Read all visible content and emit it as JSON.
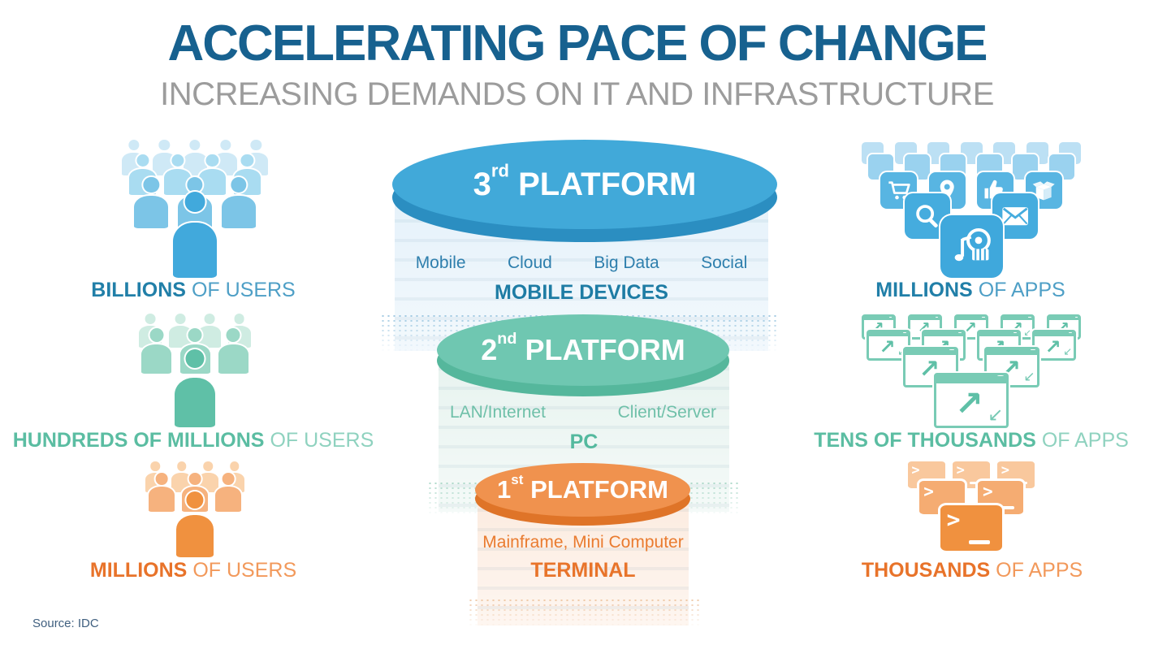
{
  "header": {
    "title": "ACCELERATING PACE OF CHANGE",
    "subtitle": "INCREASING DEMANDS ON IT AND INFRASTRUCTURE"
  },
  "source_note": "Source: IDC",
  "platforms": [
    {
      "ordinal": "3",
      "suffix": "rd",
      "word": "PLATFORM",
      "tags": [
        "Mobile",
        "Cloud",
        "Big Data",
        "Social"
      ],
      "banner": "MOBILE DEVICES",
      "colors": {
        "top": "#41A9D9",
        "rim": "#2B8EC1",
        "body": "#E4F1FA",
        "tag_text": "#2E7FAD",
        "banner_text": "#1E7CA4",
        "dots": "#8FBFDC"
      }
    },
    {
      "ordinal": "2",
      "suffix": "nd",
      "word": "PLATFORM",
      "tags": [
        "LAN/Internet",
        "Client/Server"
      ],
      "banner": "PC",
      "colors": {
        "top": "#6FC7B1",
        "rim": "#55B79C",
        "body": "#E7F3EF",
        "tag_text": "#6FC0A9",
        "banner_text": "#54B99E",
        "dots": "#9ED2C0"
      }
    },
    {
      "ordinal": "1",
      "suffix": "st",
      "word": "PLATFORM",
      "tags": [
        "Mainframe, Mini Computer"
      ],
      "banner": "TERMINAL",
      "colors": {
        "top": "#F0924E",
        "rim": "#DF7428",
        "body": "#FCEBDF",
        "tag_text": "#E97B2F",
        "banner_text": "#E8742A",
        "dots": "#ECBE96"
      }
    }
  ],
  "people_groups": [
    {
      "label_strong": "BILLIONS",
      "label_rest": "OF USERS",
      "strong_color": "#217FA8",
      "rest_color": "#4E9FC6",
      "front_color": "#41A9DC",
      "row_colors": [
        "#CFE9F6",
        "#A9DCF1",
        "#7CC5E7"
      ],
      "row_counts": [
        5,
        4,
        3
      ]
    },
    {
      "label_strong": "HUNDREDS OF MILLIONS",
      "label_rest": "OF USERS",
      "strong_color": "#5BBDA2",
      "rest_color": "#8FD2BF",
      "front_color": "#5FC0A7",
      "row_colors": [
        "#CFECE2",
        "#9BD8C6"
      ],
      "row_counts": [
        4,
        3
      ]
    },
    {
      "label_strong": "MILLIONS",
      "label_rest": "OF USERS",
      "strong_color": "#E8732A",
      "rest_color": "#F2995B",
      "front_color": "#F0913F",
      "row_colors": [
        "#FAD3AC",
        "#F6B27E"
      ],
      "row_counts": [
        4,
        3
      ]
    }
  ],
  "app_groups": [
    {
      "kind": "tiles",
      "label_strong": "MILLIONS",
      "label_rest": "OF APPS",
      "strong_color": "#217FA8",
      "rest_color": "#4E9FC6",
      "row_colors": [
        "#BCE0F4",
        "#9AD2EF",
        "#58B5E2",
        "#45ACDE",
        "#3FA8DC"
      ],
      "row_counts": [
        7,
        6,
        4,
        2,
        1
      ],
      "row_icons": [
        [],
        [],
        [
          "cart",
          "pin",
          "thumb",
          "box"
        ],
        [
          "search",
          "mail"
        ],
        [
          "media"
        ]
      ]
    },
    {
      "kind": "windows",
      "label_strong": "TENS OF THOUSANDS",
      "label_rest": "OF APPS",
      "strong_color": "#5BBDA2",
      "rest_color": "#8FD2BF",
      "frame_color": "#79CBB5",
      "arrow_color": "#5FC0A7",
      "row_counts": [
        5,
        4,
        2,
        1
      ],
      "icon": "window-expand-arrows"
    },
    {
      "kind": "terminals",
      "label_strong": "THOUSANDS",
      "label_rest": "OF APPS",
      "strong_color": "#E8732A",
      "rest_color": "#F2995B",
      "row_colors": [
        "#F9C89D",
        "#F5AC72",
        "#F0913F"
      ],
      "row_counts": [
        3,
        2,
        1
      ],
      "icon": "terminal-prompt"
    }
  ]
}
